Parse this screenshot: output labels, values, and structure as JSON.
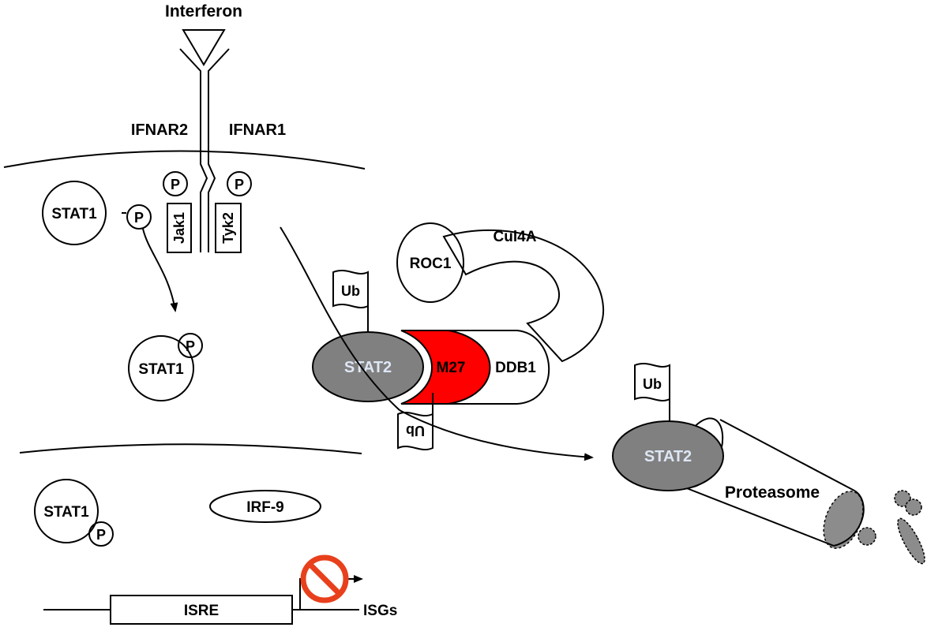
{
  "labels": {
    "interferon": "Interferon",
    "ifnar2": "IFNAR2",
    "ifnar1": "IFNAR1",
    "jak1": "Jak1",
    "tyk2": "Tyk2",
    "phospho": "P",
    "stat1": "STAT1",
    "stat2": "STAT2",
    "ub": "Ub",
    "m27": "M27",
    "ddb1": "DDB1",
    "roc1": "ROC1",
    "cul4a": "Cul4A",
    "irf9": "IRF-9",
    "proteasome": "Proteasome",
    "isre": "ISRE",
    "isgs": "ISGs"
  },
  "colors": {
    "stat2_fill": "#808080",
    "stat2_text": "#dde6f4",
    "m27_fill": "#ff0000",
    "block_sign": "#e8401c",
    "degraded_fill": "#8c8c8c"
  },
  "icons": {
    "block": "prohibition-sign-icon"
  }
}
